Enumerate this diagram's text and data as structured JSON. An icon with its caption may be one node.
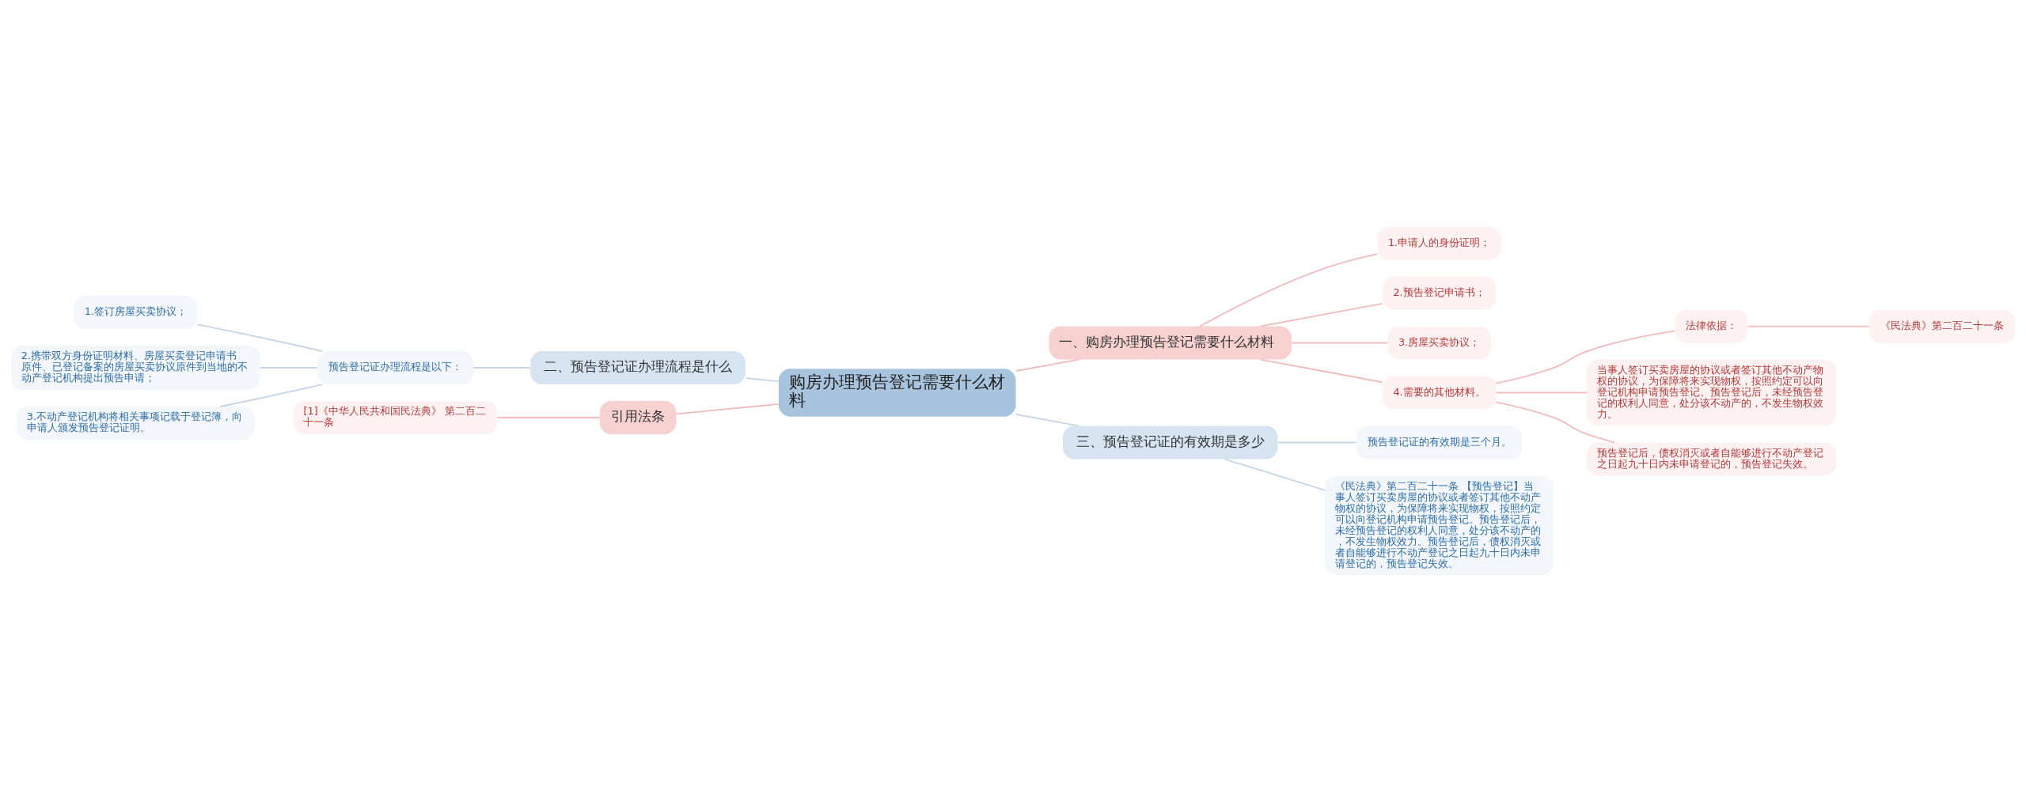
{
  "diagram": {
    "nodes": [
      {
        "text": [
          "购房办理预告登记需要什么材料"
        ]
      },
      {
        "text": [
          "一、购房办理预告登记需要什么材料"
        ]
      },
      {
        "text": [
          "1.申请人的身份证明；"
        ]
      },
      {
        "text": [
          "2.预告登记申请书；"
        ]
      },
      {
        "text": [
          "3.房屋买卖协议；"
        ]
      },
      {
        "text": [
          "4.需要的其他材料。"
        ]
      },
      {
        "text": [
          "法律依据："
        ]
      },
      {
        "text": [
          "《民法典》第二百二十一条"
        ]
      },
      {
        "text": [
          "当事人签订买卖房屋的协议或者签订其他不动产物权的协议，为保障将来实现物权，按照约定可以向登记机构申请预告登记。预告登记后，未经预告登记的权利人同意，处分该不动产的，不发生物权效力。"
        ]
      },
      {
        "text": [
          "预告登记后，债权消灭或者自能够进行不动产登记之日起九十日内未申请登记的，预告登记失效。"
        ]
      },
      {
        "text": [
          "三、预告登记证的有效期是多少"
        ]
      },
      {
        "text": [
          "预告登记证的有效期是三个月。"
        ]
      },
      {
        "text": [
          "《民法典》第二百二十一条 【预告登记】当事人签订买卖房屋的协议或者签订其他不动产物权的协议，为保障将来实现物权，按照约定可以向登记机构申请预告登记。预告登记后，未经预告登记的权利人同意，处分该不动产的，不发生物权效力。预告登记后，债权消灭或者自能够进行不动产登记之日起九十日内未申请登记的，预告登记失效。"
        ]
      },
      {
        "text": [
          "二、预告登记证办理流程是什么"
        ]
      },
      {
        "text": [
          "预告登记证办理流程是以下："
        ]
      },
      {
        "text": [
          "1.签订房屋买卖协议；"
        ]
      },
      {
        "text": [
          "2.携带双方身份证明材料、房屋买卖登记申请书原件、已登记备案的房屋买卖协议原件到当地的不动产登记机构提出预告申请；"
        ]
      },
      {
        "text": [
          "3.不动产登记机构将相关事项记载于登记簿，向申请人颁发预告登记证明。"
        ]
      },
      {
        "text": [
          "引用法条"
        ]
      },
      {
        "text": [
          "[1]《中华人民共和国民法典》 第二百二十一条"
        ]
      }
    ],
    "edges": [
      {
        "from": 0,
        "to": 1,
        "arrow": "none"
      },
      {
        "from": 1,
        "to": 2,
        "arrow": "none"
      },
      {
        "from": 1,
        "to": 3,
        "arrow": "none"
      },
      {
        "from": 1,
        "to": 4,
        "arrow": "none"
      },
      {
        "from": 1,
        "to": 5,
        "arrow": "none"
      },
      {
        "from": 5,
        "to": 6,
        "arrow": "none"
      },
      {
        "from": 6,
        "to": 7,
        "arrow": "none"
      },
      {
        "from": 5,
        "to": 8,
        "arrow": "none"
      },
      {
        "from": 5,
        "to": 9,
        "arrow": "none"
      },
      {
        "from": 0,
        "to": 10,
        "arrow": "none",
        "color": "#c5d6e6"
      },
      {
        "from": 10,
        "to": 11,
        "arrow": "none",
        "color": "#c5d6e6"
      },
      {
        "from": 10,
        "to": 12,
        "arrow": "none",
        "color": "#c5d6e6"
      },
      {
        "from": 0,
        "to": 13,
        "arrow": "none",
        "color": "#c5d6e6"
      },
      {
        "from": 13,
        "to": 14,
        "arrow": "none",
        "color": "#c5d6e6"
      },
      {
        "from": 14,
        "to": 15,
        "arrow": "none",
        "color": "#c5d6e6"
      },
      {
        "from": 14,
        "to": 16,
        "arrow": "none",
        "color": "#c5d6e6"
      },
      {
        "from": 14,
        "to": 17,
        "arrow": "none",
        "color": "#c5d6e6"
      },
      {
        "from": 0,
        "to": 18,
        "arrow": "none"
      },
      {
        "from": 18,
        "to": 19,
        "arrow": "none"
      }
    ]
  }
}
